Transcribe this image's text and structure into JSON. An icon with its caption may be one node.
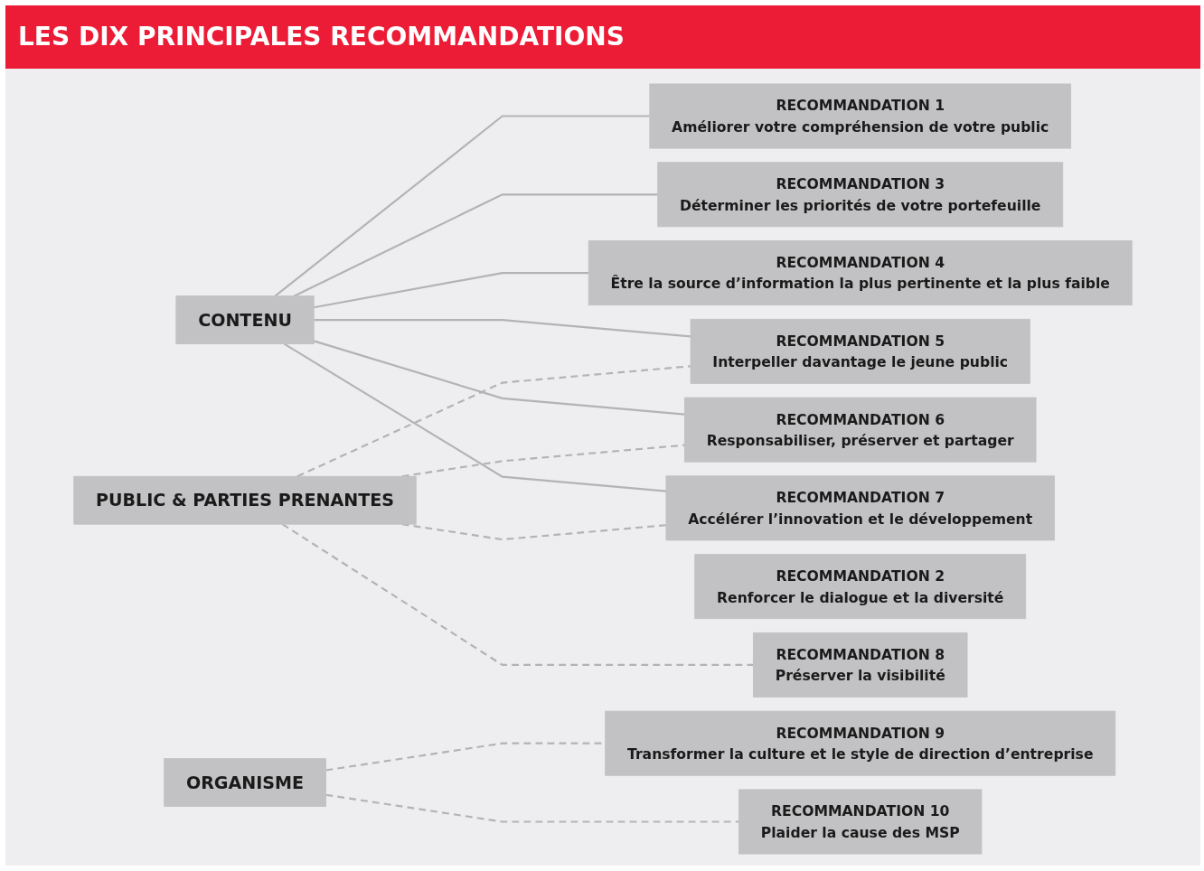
{
  "diagram": {
    "title": "LES DIX PRINCIPALES RECOMMANDATIONS",
    "nodes": [
      {
        "text": [
          "CONTENU"
        ]
      },
      {
        "text": [
          "PUBLIC & PARTIES PRENANTES"
        ]
      },
      {
        "text": [
          "ORGANISME"
        ]
      },
      {
        "text": [
          "RECOMMANDATION 1",
          "Améliorer votre compréhension de votre public"
        ]
      },
      {
        "text": [
          "RECOMMANDATION 2",
          "Renforcer le dialogue et la diversité"
        ]
      },
      {
        "text": [
          "RECOMMANDATION 3",
          "Déterminer les priorités de votre portefeuille"
        ]
      },
      {
        "text": [
          "RECOMMANDATION 4",
          "Être la source d’information la plus pertinente et la plus faible"
        ]
      },
      {
        "text": [
          "RECOMMANDATION 5",
          "Interpeller davantage le jeune public"
        ]
      },
      {
        "text": [
          "RECOMMANDATION 6",
          "Responsabiliser, préserver et partager"
        ]
      },
      {
        "text": [
          "RECOMMANDATION 7",
          "Accélérer l’innovation et  le développement"
        ]
      },
      {
        "text": [
          "RECOMMANDATION 8",
          "Préserver la visibilité"
        ]
      },
      {
        "text": [
          "RECOMMANDATION 9",
          "Transformer la culture et le style de direction d’entreprise"
        ]
      },
      {
        "text": [
          "RECOMMANDATION 10",
          "Plaider la cause des MSP"
        ]
      }
    ],
    "edges": [
      {
        "from": 0,
        "to": 3,
        "arrow": "none"
      },
      {
        "from": 0,
        "to": 5,
        "arrow": "none"
      },
      {
        "from": 0,
        "to": 6,
        "arrow": "none"
      },
      {
        "from": 0,
        "to": 7,
        "arrow": "none"
      },
      {
        "from": 0,
        "to": 8,
        "arrow": "none"
      },
      {
        "from": 0,
        "to": 9,
        "arrow": "none"
      },
      {
        "from": 1,
        "to": 7,
        "arrow": "none",
        "style": "dashed"
      },
      {
        "from": 1,
        "to": 8,
        "arrow": "none",
        "style": "dashed"
      },
      {
        "from": 1,
        "to": 9,
        "arrow": "none",
        "style": "dashed"
      },
      {
        "from": 1,
        "to": 10,
        "arrow": "none",
        "style": "dashed"
      },
      {
        "from": 2,
        "to": 11,
        "arrow": "none",
        "style": "dashed"
      },
      {
        "from": 2,
        "to": 12,
        "arrow": "none",
        "style": "dashed"
      }
    ]
  }
}
